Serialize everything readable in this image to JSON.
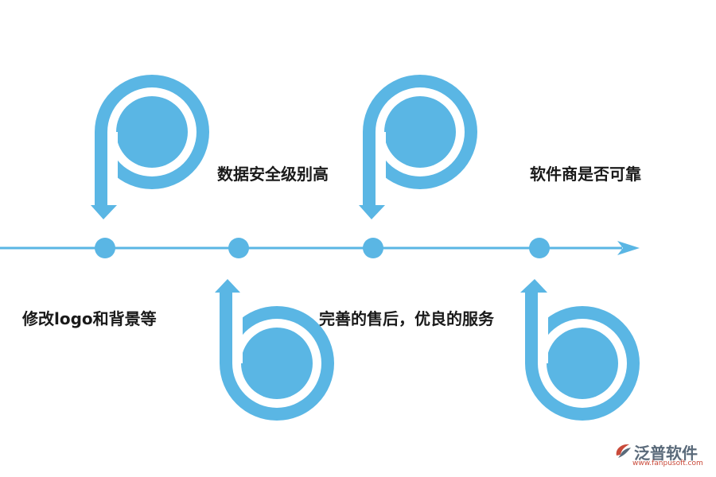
{
  "accent_color": "#5ab6e4",
  "text_color": "#1a1a1a",
  "steps": [
    {
      "label": "修改logo和背景等",
      "shape": "p",
      "position": "below"
    },
    {
      "label": "数据安全级别高",
      "shape": "b",
      "position": "above"
    },
    {
      "label": "完善的售后，优良的服务",
      "shape": "p",
      "position": "below"
    },
    {
      "label": "软件商是否可靠",
      "shape": "b",
      "position": "above"
    }
  ],
  "brand": {
    "name": "泛普软件",
    "url": "www.fanpusoft.com"
  }
}
